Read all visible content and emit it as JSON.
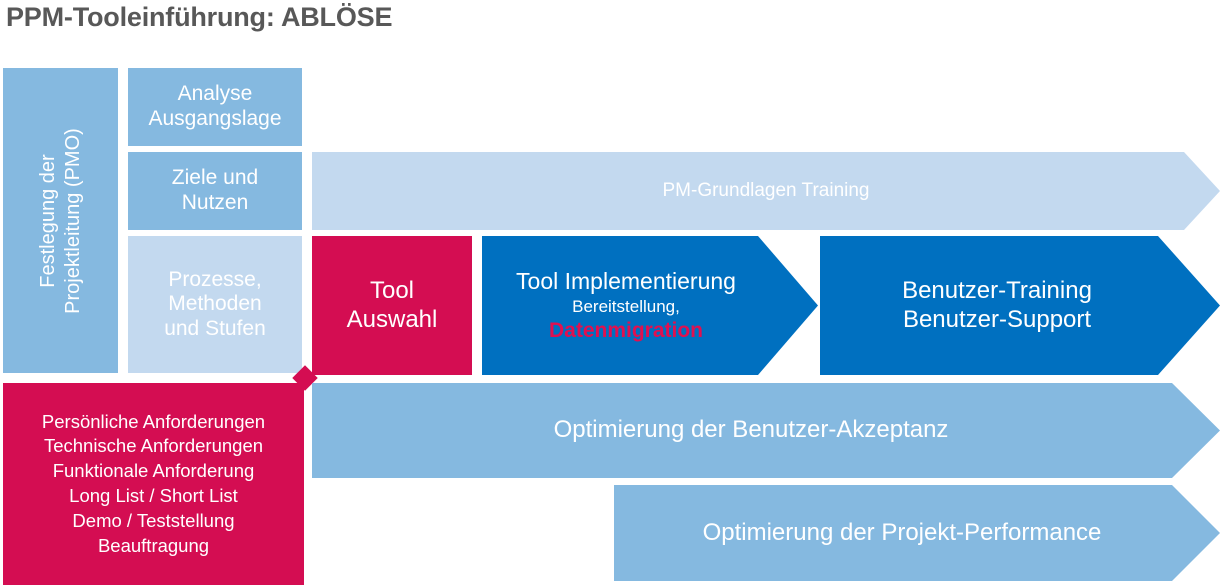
{
  "title": "PPM-Tooleinführung: ABLÖSE",
  "colors": {
    "title_gray": "#585858",
    "blue_medium": "#85b9e0",
    "blue_light": "#c3d9ef",
    "blue_strong": "#0070c0",
    "crimson": "#d40d52",
    "highlight_pink": "#e01050"
  },
  "left_column": {
    "pmo_label": "Festlegung der Projektleitung (PMO)",
    "pmo_label_line1": "Festlegung der",
    "pmo_label_line2": "Projektleitung (PMO)"
  },
  "phase_boxes": [
    {
      "label": "Analyse Ausgangslage",
      "line1": "Analyse",
      "line2": "Ausgangslage",
      "tone": "medium"
    },
    {
      "label": "Ziele und Nutzen",
      "line1": "Ziele und",
      "line2": "Nutzen",
      "tone": "medium"
    },
    {
      "label": "Prozesse, Methoden und Stufen",
      "line1": "Prozesse,",
      "line2": "Methoden",
      "line3": "und Stufen",
      "tone": "light"
    }
  ],
  "bands": {
    "grundlagen": {
      "label": "PM-Grundlagen Training",
      "tone": "light"
    },
    "tool_auswahl": {
      "line1": "Tool",
      "line2": "Auswahl",
      "tone": "crimson"
    },
    "tool_implementierung": {
      "line1": "Tool Implementierung",
      "line2": "Bereitstellung,",
      "line3": "Datenmigration",
      "tone": "strong"
    },
    "benutzer": {
      "line1": "Benutzer-Training",
      "line2": "Benutzer-Support",
      "tone": "strong"
    },
    "akzeptanz": {
      "label": "Optimierung der Benutzer-Akzeptanz",
      "tone": "medium"
    },
    "performance": {
      "label": "Optimierung der Projekt-Performance",
      "tone": "medium"
    }
  },
  "requirements": {
    "tone": "crimson",
    "lines": [
      "Persönliche Anforderungen",
      "Technische Anforderungen",
      "Funktionale Anforderung",
      "Long List / Short List",
      "Demo / Teststellung",
      "Beauftragung"
    ]
  }
}
